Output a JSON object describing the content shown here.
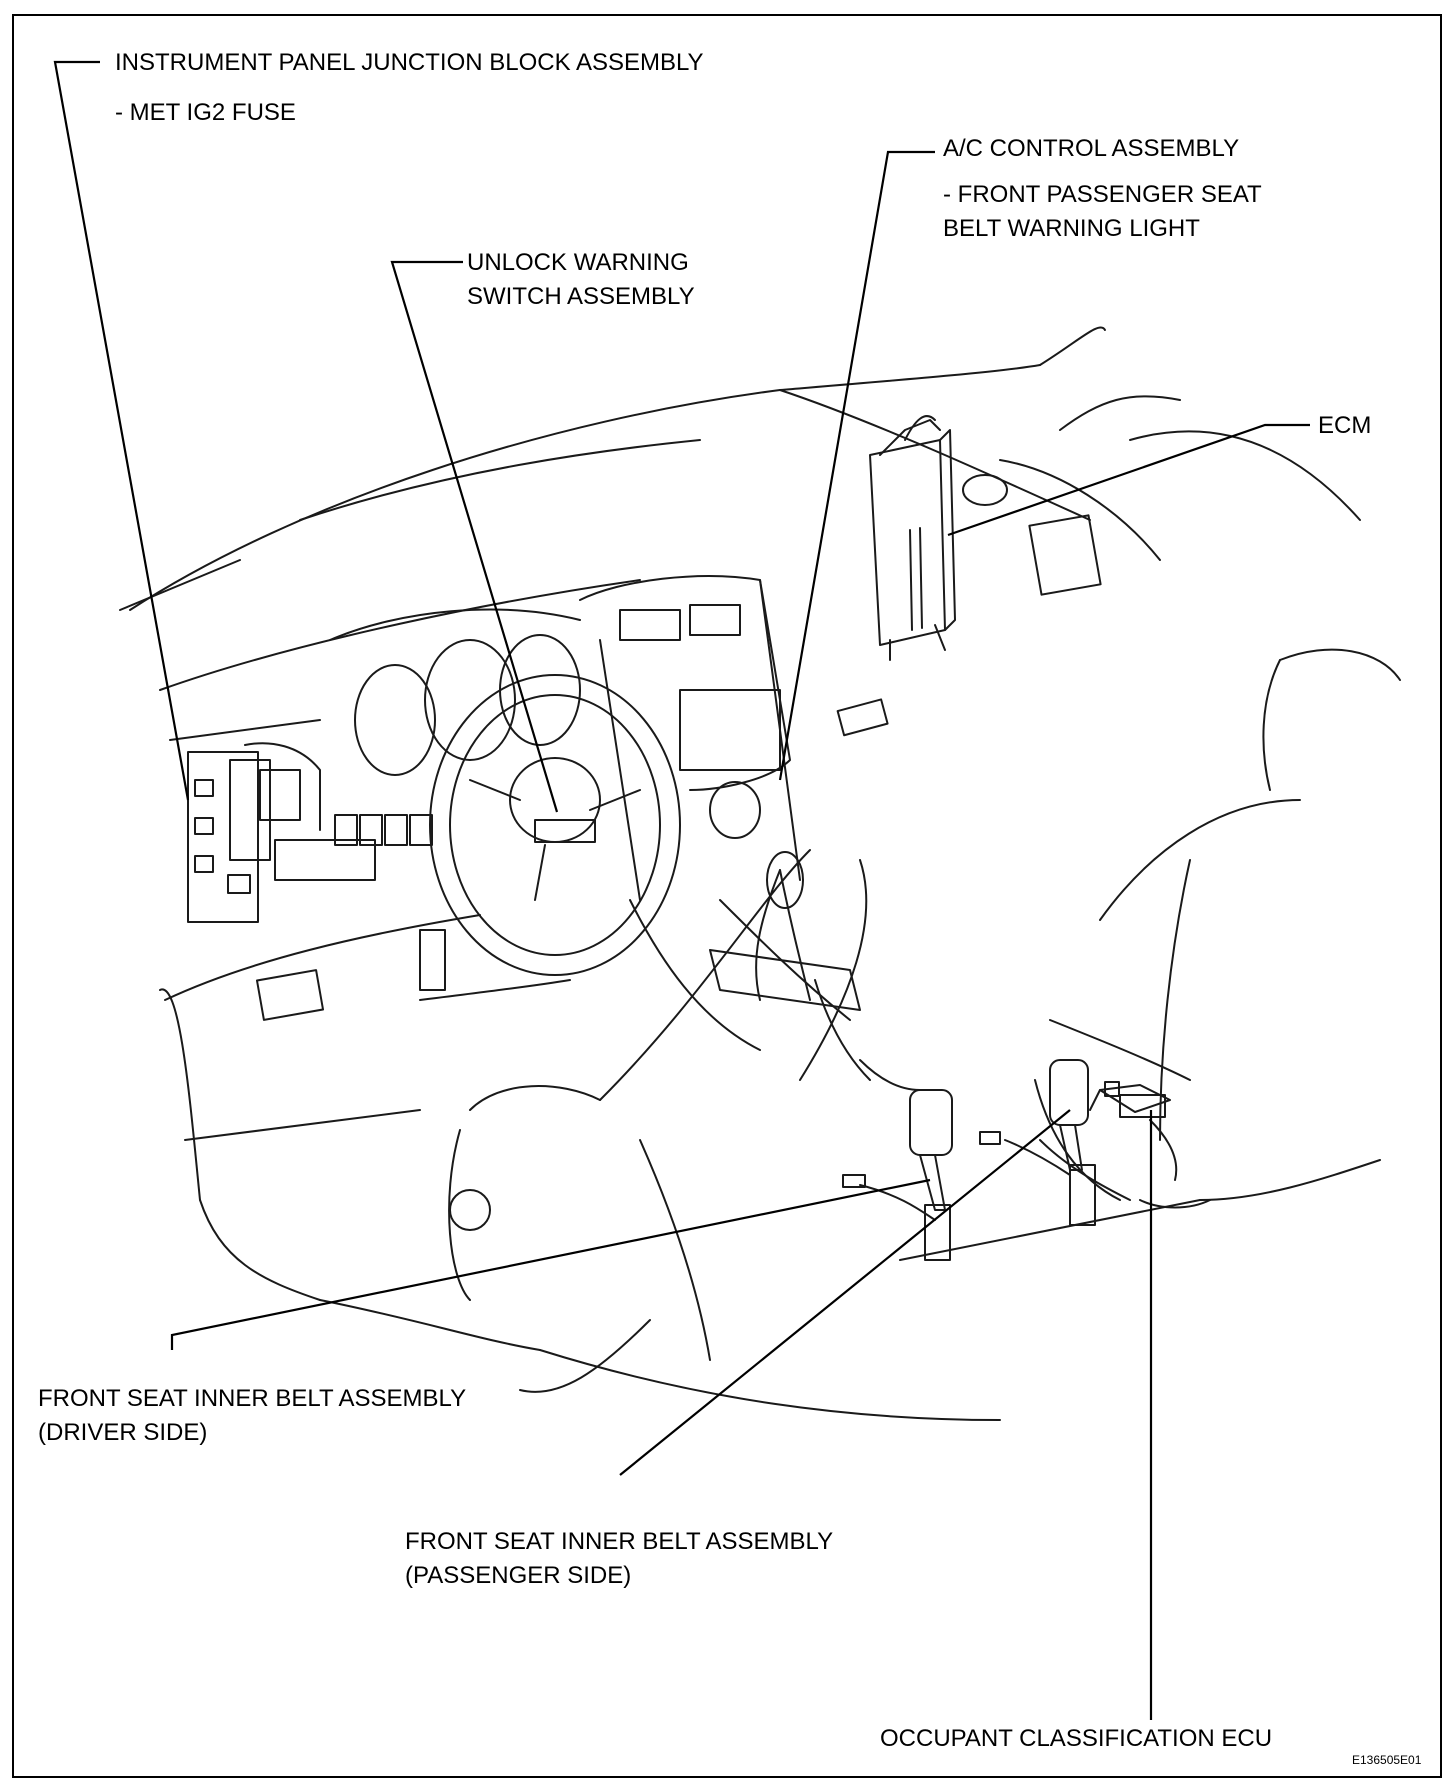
{
  "labels": {
    "ip_junction_block": "INSTRUMENT PANEL JUNCTION BLOCK ASSEMBLY",
    "met_ig2_fuse": "- MET IG2 FUSE",
    "ac_control": "A/C CONTROL ASSEMBLY",
    "front_pass_light_1": "- FRONT PASSENGER SEAT",
    "front_pass_light_2": "BELT WARNING LIGHT",
    "unlock_switch_1": "UNLOCK WARNING",
    "unlock_switch_2": "SWITCH ASSEMBLY",
    "ecm": "ECM",
    "driver_belt_1": "FRONT SEAT INNER BELT ASSEMBLY",
    "driver_belt_2": "(DRIVER SIDE)",
    "passenger_belt_1": "FRONT SEAT INNER BELT ASSEMBLY",
    "passenger_belt_2": "(PASSENGER SIDE)",
    "occupant_ecu": "OCCUPANT CLASSIFICATION ECU"
  },
  "figure_code": "E136505E01"
}
